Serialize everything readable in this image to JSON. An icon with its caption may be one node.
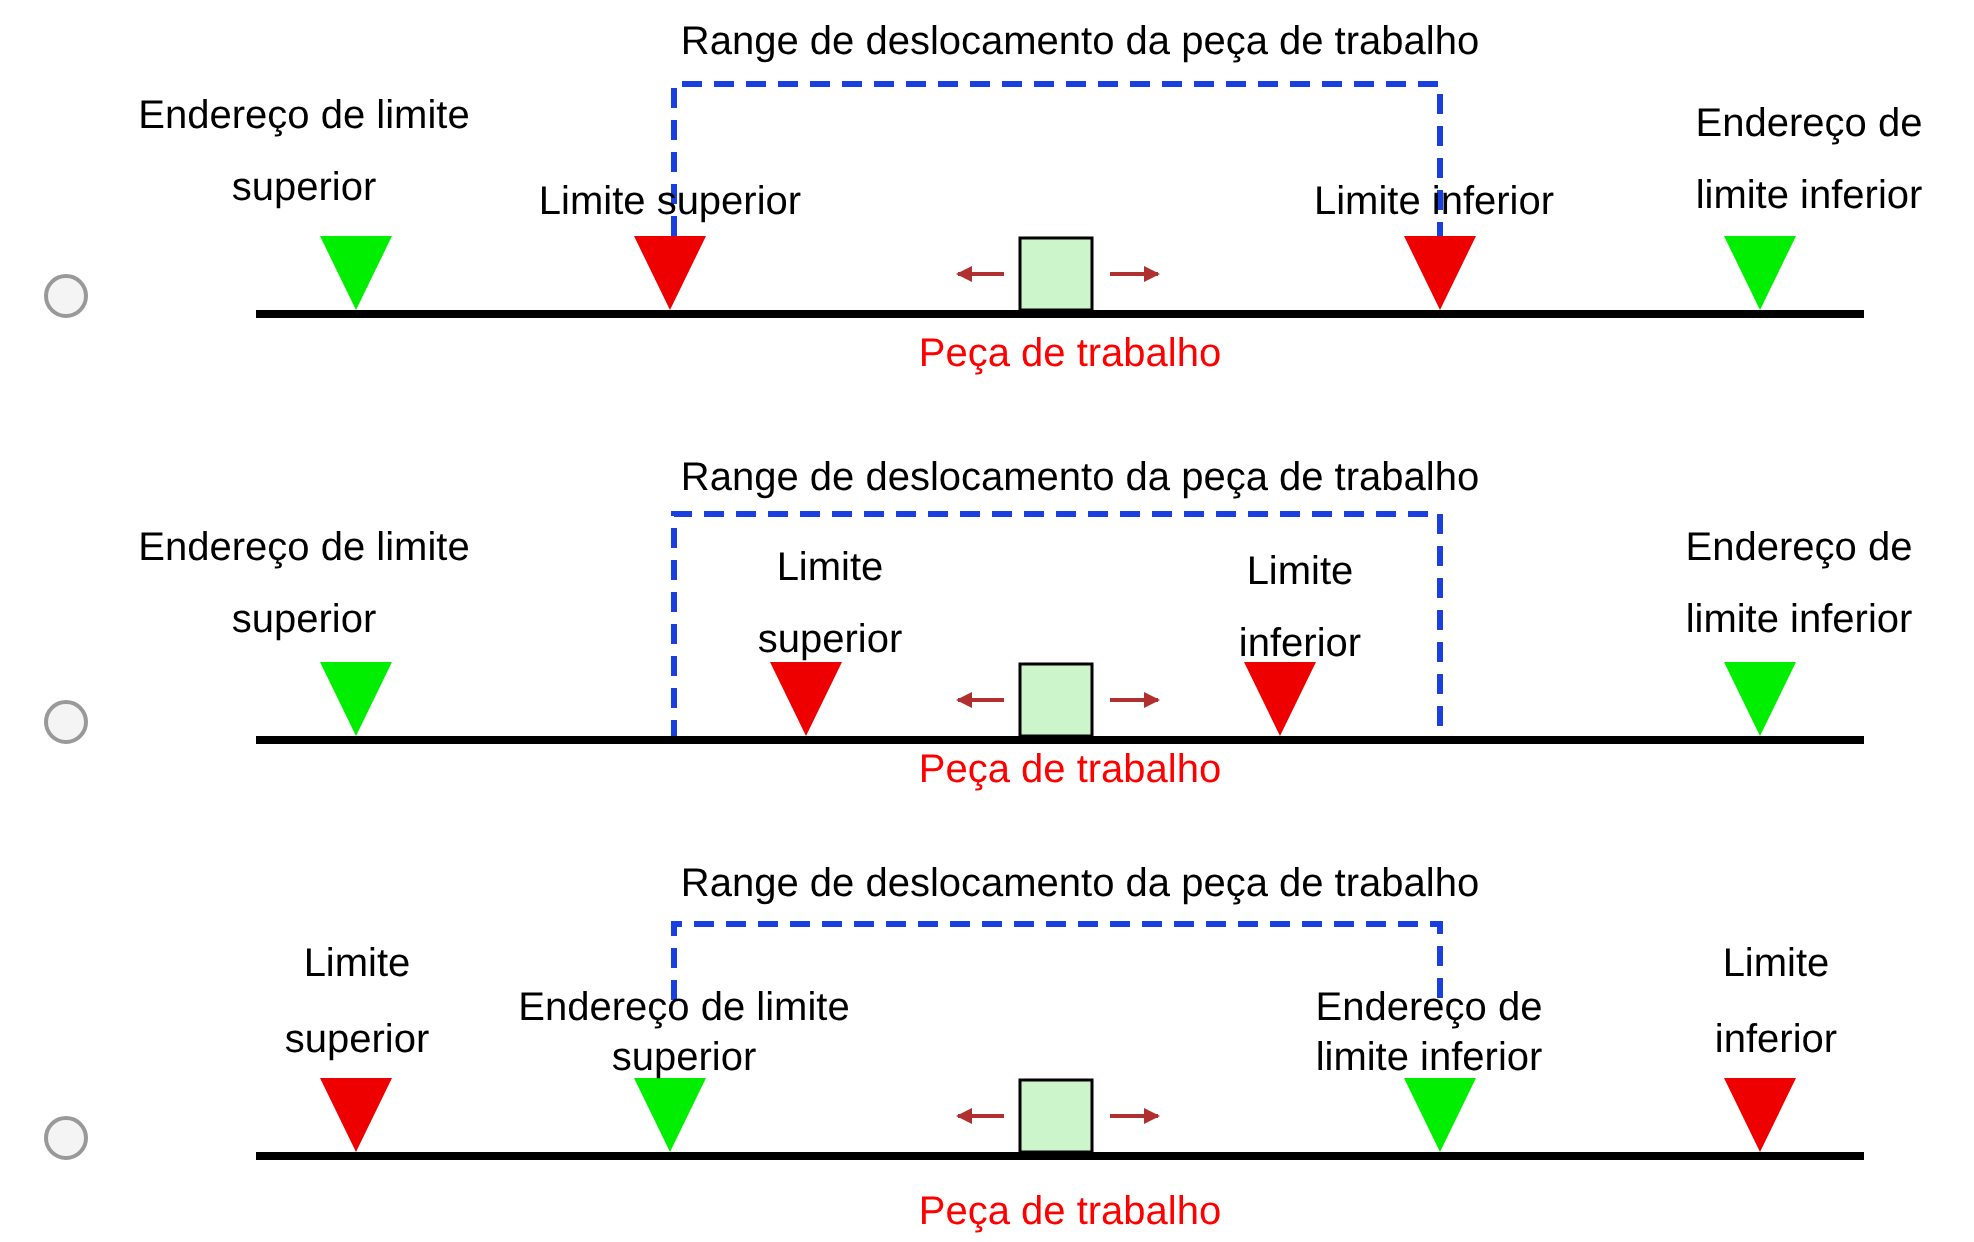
{
  "diagram": {
    "labels": [
      "Range de deslocamento da peça de trabalho",
      "Endereço de limite superior",
      "Endereço de limite inferior",
      "Limite superior",
      "Limite inferior",
      "Peça de trabalho",
      "Range de deslocamento da peça de trabalho",
      "Endereço de limite superior",
      "Limite superior",
      "Limite inferior",
      "Endereço de limite inferior",
      "Peça de trabalho",
      "Range de deslocamento da peça de trabalho",
      "Limite superior",
      "Endereço de limite superior",
      "Endereço de limite inferior",
      "Limite inferior",
      "Peça de trabalho"
    ]
  }
}
